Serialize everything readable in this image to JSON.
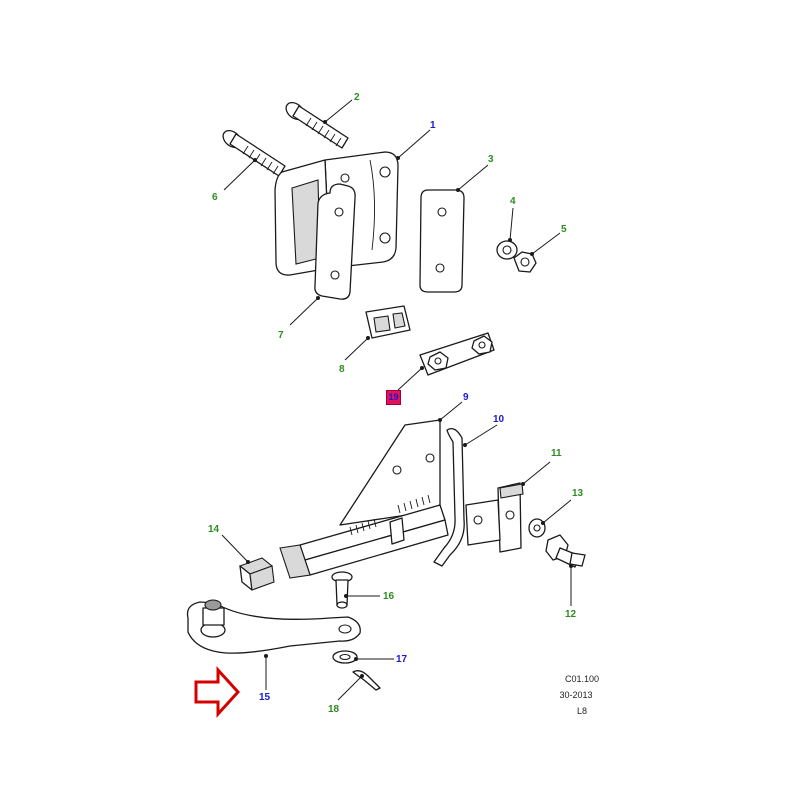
{
  "colors": {
    "green_callout": "#2e8b22",
    "blue_callout": "#1a1acc",
    "highlight": "#e0115f",
    "arrow": "#d40000"
  },
  "callouts": {
    "c1": "1",
    "c2": "2",
    "c3": "3",
    "c4": "4",
    "c5": "5",
    "c6": "6",
    "c7": "7",
    "c8": "8",
    "c9": "9",
    "c10": "10",
    "c11": "11",
    "c12": "12",
    "c13": "13",
    "c14": "14",
    "c15": "15",
    "c16": "16",
    "c17": "17",
    "c18": "18",
    "c19": "19"
  },
  "reference": {
    "code": "C01.100",
    "date": "30-2013",
    "sheet": "L8"
  },
  "pointer_arrow_icon": "outline-arrow-right-icon"
}
